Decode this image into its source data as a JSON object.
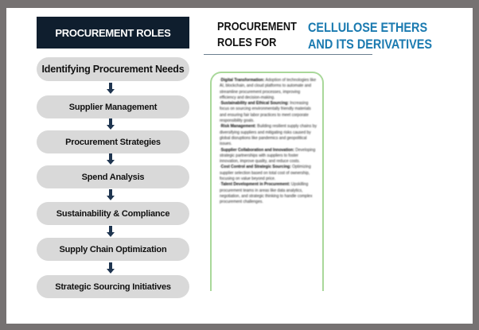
{
  "left": {
    "header": "PROCUREMENT ROLES",
    "steps": [
      "Identifying Procurement Needs",
      "Supplier Management",
      "Procurement Strategies",
      "Spend Analysis",
      "Sustainability & Compliance",
      "Supply Chain Optimization",
      "Strategic Sourcing Initiatives"
    ]
  },
  "title": {
    "part1": "PROCUREMENT ROLES FOR",
    "part2": "CELLULOSE ETHERS AND ITS DERIVATIVES"
  },
  "panel": {
    "items": [
      {
        "heading": "Digital Transformation:",
        "text": " Adoption of technologies like AI, blockchain, and cloud platforms to automate and streamline procurement processes, improving efficiency and decision-making."
      },
      {
        "heading": "Sustainability and Ethical Sourcing:",
        "text": " Increasing focus on sourcing environmentally friendly materials and ensuring fair labor practices to meet corporate responsibility goals."
      },
      {
        "heading": "Risk Management:",
        "text": " Building resilient supply chains by diversifying suppliers and mitigating risks caused by global disruptions like pandemics and geopolitical issues."
      },
      {
        "heading": "Supplier Collaboration and Innovation:",
        "text": " Developing strategic partnerships with suppliers to foster innovation, improve quality, and reduce costs."
      },
      {
        "heading": "Cost Control and Strategic Sourcing:",
        "text": " Optimizing supplier selection based on total cost of ownership, focusing on value beyond price."
      },
      {
        "heading": "Talent Development in Procurement:",
        "text": " Upskilling procurement teams in areas like data analytics, negotiation, and strategic thinking to handle complex procurement challenges."
      }
    ]
  },
  "colors": {
    "header_bg": "#0f1e2e",
    "accent": "#1a7ab0",
    "panel_border": "#a9d89a"
  }
}
